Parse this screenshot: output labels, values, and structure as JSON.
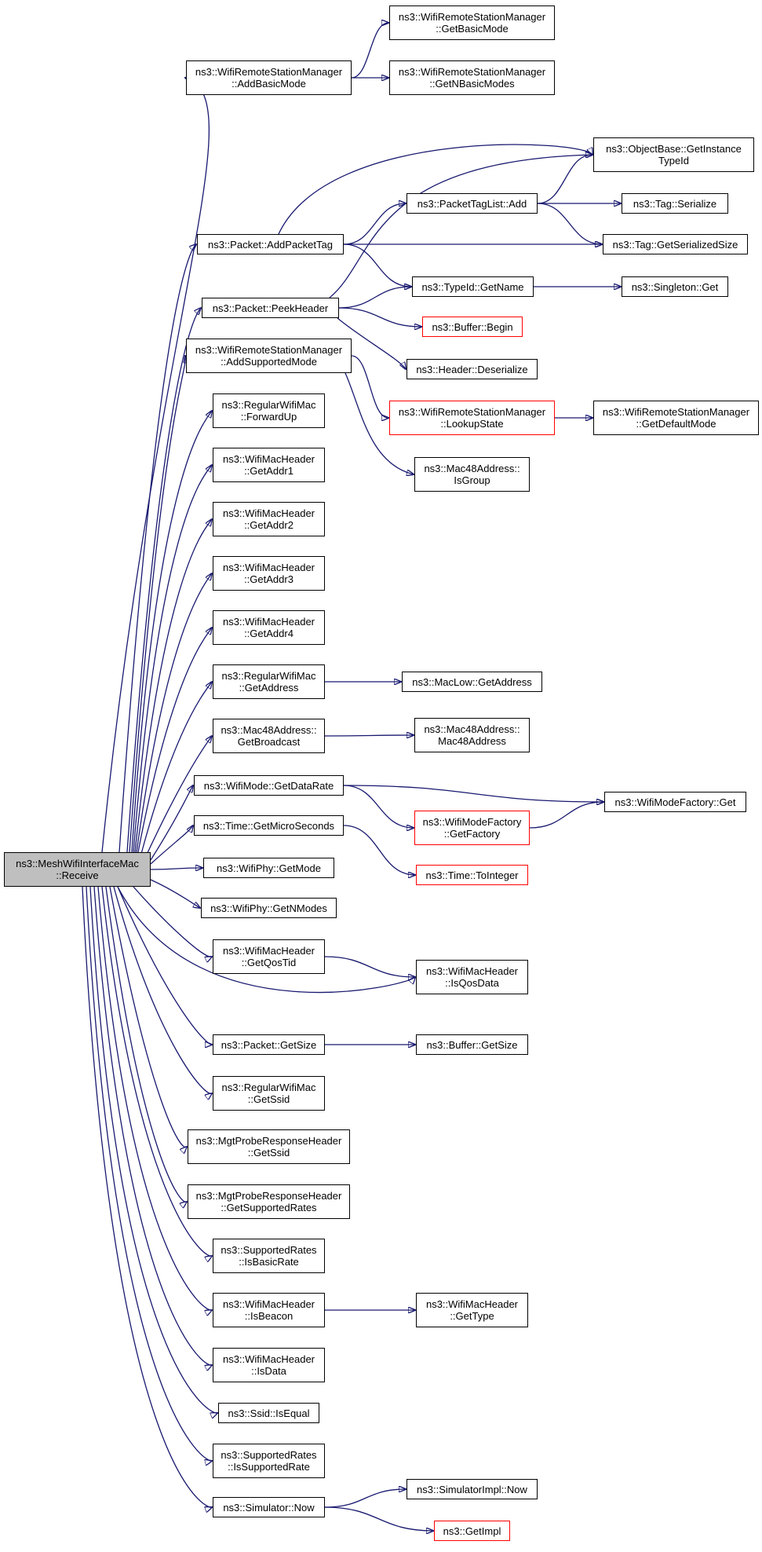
{
  "colors": {
    "edge": "#191970",
    "border": "#000000",
    "warn_border": "#ff0000",
    "root_fill": "#bfbfbf",
    "fill": "#ffffff"
  },
  "nodes": {
    "receive": {
      "lines": [
        "ns3::MeshWifiInterfaceMac",
        "::Receive"
      ],
      "root": true
    },
    "add_basic_mode": {
      "lines": [
        "ns3::WifiRemoteStationManager",
        "::AddBasicMode"
      ]
    },
    "get_basic_mode": {
      "lines": [
        "ns3::WifiRemoteStationManager",
        "::GetBasicMode"
      ]
    },
    "get_n_basic_modes": {
      "lines": [
        "ns3::WifiRemoteStationManager",
        "::GetNBasicModes"
      ]
    },
    "get_instance_typeid": {
      "lines": [
        "ns3::ObjectBase::GetInstance",
        "TypeId"
      ]
    },
    "packet_tag_list_add": {
      "lines": [
        "ns3::PacketTagList::Add"
      ]
    },
    "tag_serialize": {
      "lines": [
        "ns3::Tag::Serialize"
      ]
    },
    "tag_get_serialized_size": {
      "lines": [
        "ns3::Tag::GetSerializedSize"
      ]
    },
    "add_packet_tag": {
      "lines": [
        "ns3::Packet::AddPacketTag"
      ]
    },
    "typeid_get_name": {
      "lines": [
        "ns3::TypeId::GetName"
      ]
    },
    "singleton_get": {
      "lines": [
        "ns3::Singleton::Get"
      ]
    },
    "peek_header": {
      "lines": [
        "ns3::Packet::PeekHeader"
      ]
    },
    "buffer_begin": {
      "lines": [
        "ns3::Buffer::Begin"
      ],
      "red": true
    },
    "header_deserialize": {
      "lines": [
        "ns3::Header::Deserialize"
      ]
    },
    "add_supported_mode": {
      "lines": [
        "ns3::WifiRemoteStationManager",
        "::AddSupportedMode"
      ]
    },
    "lookup_state": {
      "lines": [
        "ns3::WifiRemoteStationManager",
        "::LookupState"
      ],
      "red": true
    },
    "get_default_mode": {
      "lines": [
        "ns3::WifiRemoteStationManager",
        "::GetDefaultMode"
      ]
    },
    "forward_up": {
      "lines": [
        "ns3::RegularWifiMac",
        "::ForwardUp"
      ]
    },
    "is_group": {
      "lines": [
        "ns3::Mac48Address::",
        "IsGroup"
      ]
    },
    "get_addr1": {
      "lines": [
        "ns3::WifiMacHeader",
        "::GetAddr1"
      ]
    },
    "get_addr2": {
      "lines": [
        "ns3::WifiMacHeader",
        "::GetAddr2"
      ]
    },
    "get_addr3": {
      "lines": [
        "ns3::WifiMacHeader",
        "::GetAddr3"
      ]
    },
    "get_addr4": {
      "lines": [
        "ns3::WifiMacHeader",
        "::GetAddr4"
      ]
    },
    "get_address": {
      "lines": [
        "ns3::RegularWifiMac",
        "::GetAddress"
      ]
    },
    "maclow_get_address": {
      "lines": [
        "ns3::MacLow::GetAddress"
      ]
    },
    "get_broadcast": {
      "lines": [
        "ns3::Mac48Address::",
        "GetBroadcast"
      ]
    },
    "mac48address": {
      "lines": [
        "ns3::Mac48Address::",
        "Mac48Address"
      ]
    },
    "get_data_rate": {
      "lines": [
        "ns3::WifiMode::GetDataRate"
      ]
    },
    "mode_factory_get": {
      "lines": [
        "ns3::WifiModeFactory::Get"
      ]
    },
    "get_factory": {
      "lines": [
        "ns3::WifiModeFactory",
        "::GetFactory"
      ],
      "red": true
    },
    "get_micro_seconds": {
      "lines": [
        "ns3::Time::GetMicroSeconds"
      ]
    },
    "to_integer": {
      "lines": [
        "ns3::Time::ToInteger"
      ],
      "red": true
    },
    "get_mode": {
      "lines": [
        "ns3::WifiPhy::GetMode"
      ]
    },
    "get_n_modes": {
      "lines": [
        "ns3::WifiPhy::GetNModes"
      ]
    },
    "get_qos_tid": {
      "lines": [
        "ns3::WifiMacHeader",
        "::GetQosTid"
      ]
    },
    "is_qos_data": {
      "lines": [
        "ns3::WifiMacHeader",
        "::IsQosData"
      ]
    },
    "packet_get_size": {
      "lines": [
        "ns3::Packet::GetSize"
      ]
    },
    "buffer_get_size": {
      "lines": [
        "ns3::Buffer::GetSize"
      ]
    },
    "get_ssid": {
      "lines": [
        "ns3::RegularWifiMac",
        "::GetSsid"
      ]
    },
    "mgt_get_ssid": {
      "lines": [
        "ns3::MgtProbeResponseHeader",
        "::GetSsid"
      ]
    },
    "mgt_get_supported_rates": {
      "lines": [
        "ns3::MgtProbeResponseHeader",
        "::GetSupportedRates"
      ]
    },
    "is_basic_rate": {
      "lines": [
        "ns3::SupportedRates",
        "::IsBasicRate"
      ]
    },
    "is_beacon": {
      "lines": [
        "ns3::WifiMacHeader",
        "::IsBeacon"
      ]
    },
    "get_type": {
      "lines": [
        "ns3::WifiMacHeader",
        "::GetType"
      ]
    },
    "is_data": {
      "lines": [
        "ns3::WifiMacHeader",
        "::IsData"
      ]
    },
    "ssid_is_equal": {
      "lines": [
        "ns3::Ssid::IsEqual"
      ]
    },
    "is_supported_rate": {
      "lines": [
        "ns3::SupportedRates",
        "::IsSupportedRate"
      ]
    },
    "simulator_now": {
      "lines": [
        "ns3::Simulator::Now"
      ]
    },
    "simulator_impl_now": {
      "lines": [
        "ns3::SimulatorImpl::Now"
      ]
    },
    "get_impl": {
      "lines": [
        "ns3::GetImpl"
      ],
      "red": true
    }
  },
  "edges": [
    [
      "receive",
      "add_basic_mode"
    ],
    [
      "add_basic_mode",
      "get_basic_mode"
    ],
    [
      "add_basic_mode",
      "get_n_basic_modes"
    ],
    [
      "receive",
      "add_packet_tag"
    ],
    [
      "add_packet_tag",
      "get_instance_typeid"
    ],
    [
      "add_packet_tag",
      "packet_tag_list_add"
    ],
    [
      "add_packet_tag",
      "tag_get_serialized_size"
    ],
    [
      "add_packet_tag",
      "typeid_get_name"
    ],
    [
      "packet_tag_list_add",
      "get_instance_typeid"
    ],
    [
      "packet_tag_list_add",
      "tag_serialize"
    ],
    [
      "packet_tag_list_add",
      "tag_get_serialized_size"
    ],
    [
      "typeid_get_name",
      "singleton_get"
    ],
    [
      "receive",
      "peek_header"
    ],
    [
      "peek_header",
      "get_instance_typeid"
    ],
    [
      "peek_header",
      "typeid_get_name"
    ],
    [
      "peek_header",
      "buffer_begin"
    ],
    [
      "peek_header",
      "header_deserialize"
    ],
    [
      "receive",
      "add_supported_mode"
    ],
    [
      "add_supported_mode",
      "lookup_state"
    ],
    [
      "add_supported_mode",
      "is_group"
    ],
    [
      "lookup_state",
      "get_default_mode"
    ],
    [
      "receive",
      "forward_up"
    ],
    [
      "receive",
      "get_addr1"
    ],
    [
      "receive",
      "get_addr2"
    ],
    [
      "receive",
      "get_addr3"
    ],
    [
      "receive",
      "get_addr4"
    ],
    [
      "receive",
      "get_address"
    ],
    [
      "get_address",
      "maclow_get_address"
    ],
    [
      "receive",
      "get_broadcast"
    ],
    [
      "get_broadcast",
      "mac48address"
    ],
    [
      "receive",
      "get_data_rate"
    ],
    [
      "get_data_rate",
      "mode_factory_get"
    ],
    [
      "get_data_rate",
      "get_factory"
    ],
    [
      "get_factory",
      "mode_factory_get"
    ],
    [
      "receive",
      "get_micro_seconds"
    ],
    [
      "get_micro_seconds",
      "to_integer"
    ],
    [
      "receive",
      "get_mode"
    ],
    [
      "receive",
      "get_n_modes"
    ],
    [
      "receive",
      "get_qos_tid"
    ],
    [
      "get_qos_tid",
      "is_qos_data"
    ],
    [
      "receive",
      "is_qos_data"
    ],
    [
      "receive",
      "packet_get_size"
    ],
    [
      "packet_get_size",
      "buffer_get_size"
    ],
    [
      "receive",
      "get_ssid"
    ],
    [
      "receive",
      "mgt_get_ssid"
    ],
    [
      "receive",
      "mgt_get_supported_rates"
    ],
    [
      "receive",
      "is_basic_rate"
    ],
    [
      "receive",
      "is_beacon"
    ],
    [
      "is_beacon",
      "get_type"
    ],
    [
      "receive",
      "is_data"
    ],
    [
      "receive",
      "ssid_is_equal"
    ],
    [
      "receive",
      "is_supported_rate"
    ],
    [
      "receive",
      "simulator_now"
    ],
    [
      "simulator_now",
      "simulator_impl_now"
    ],
    [
      "simulator_now",
      "get_impl"
    ]
  ]
}
